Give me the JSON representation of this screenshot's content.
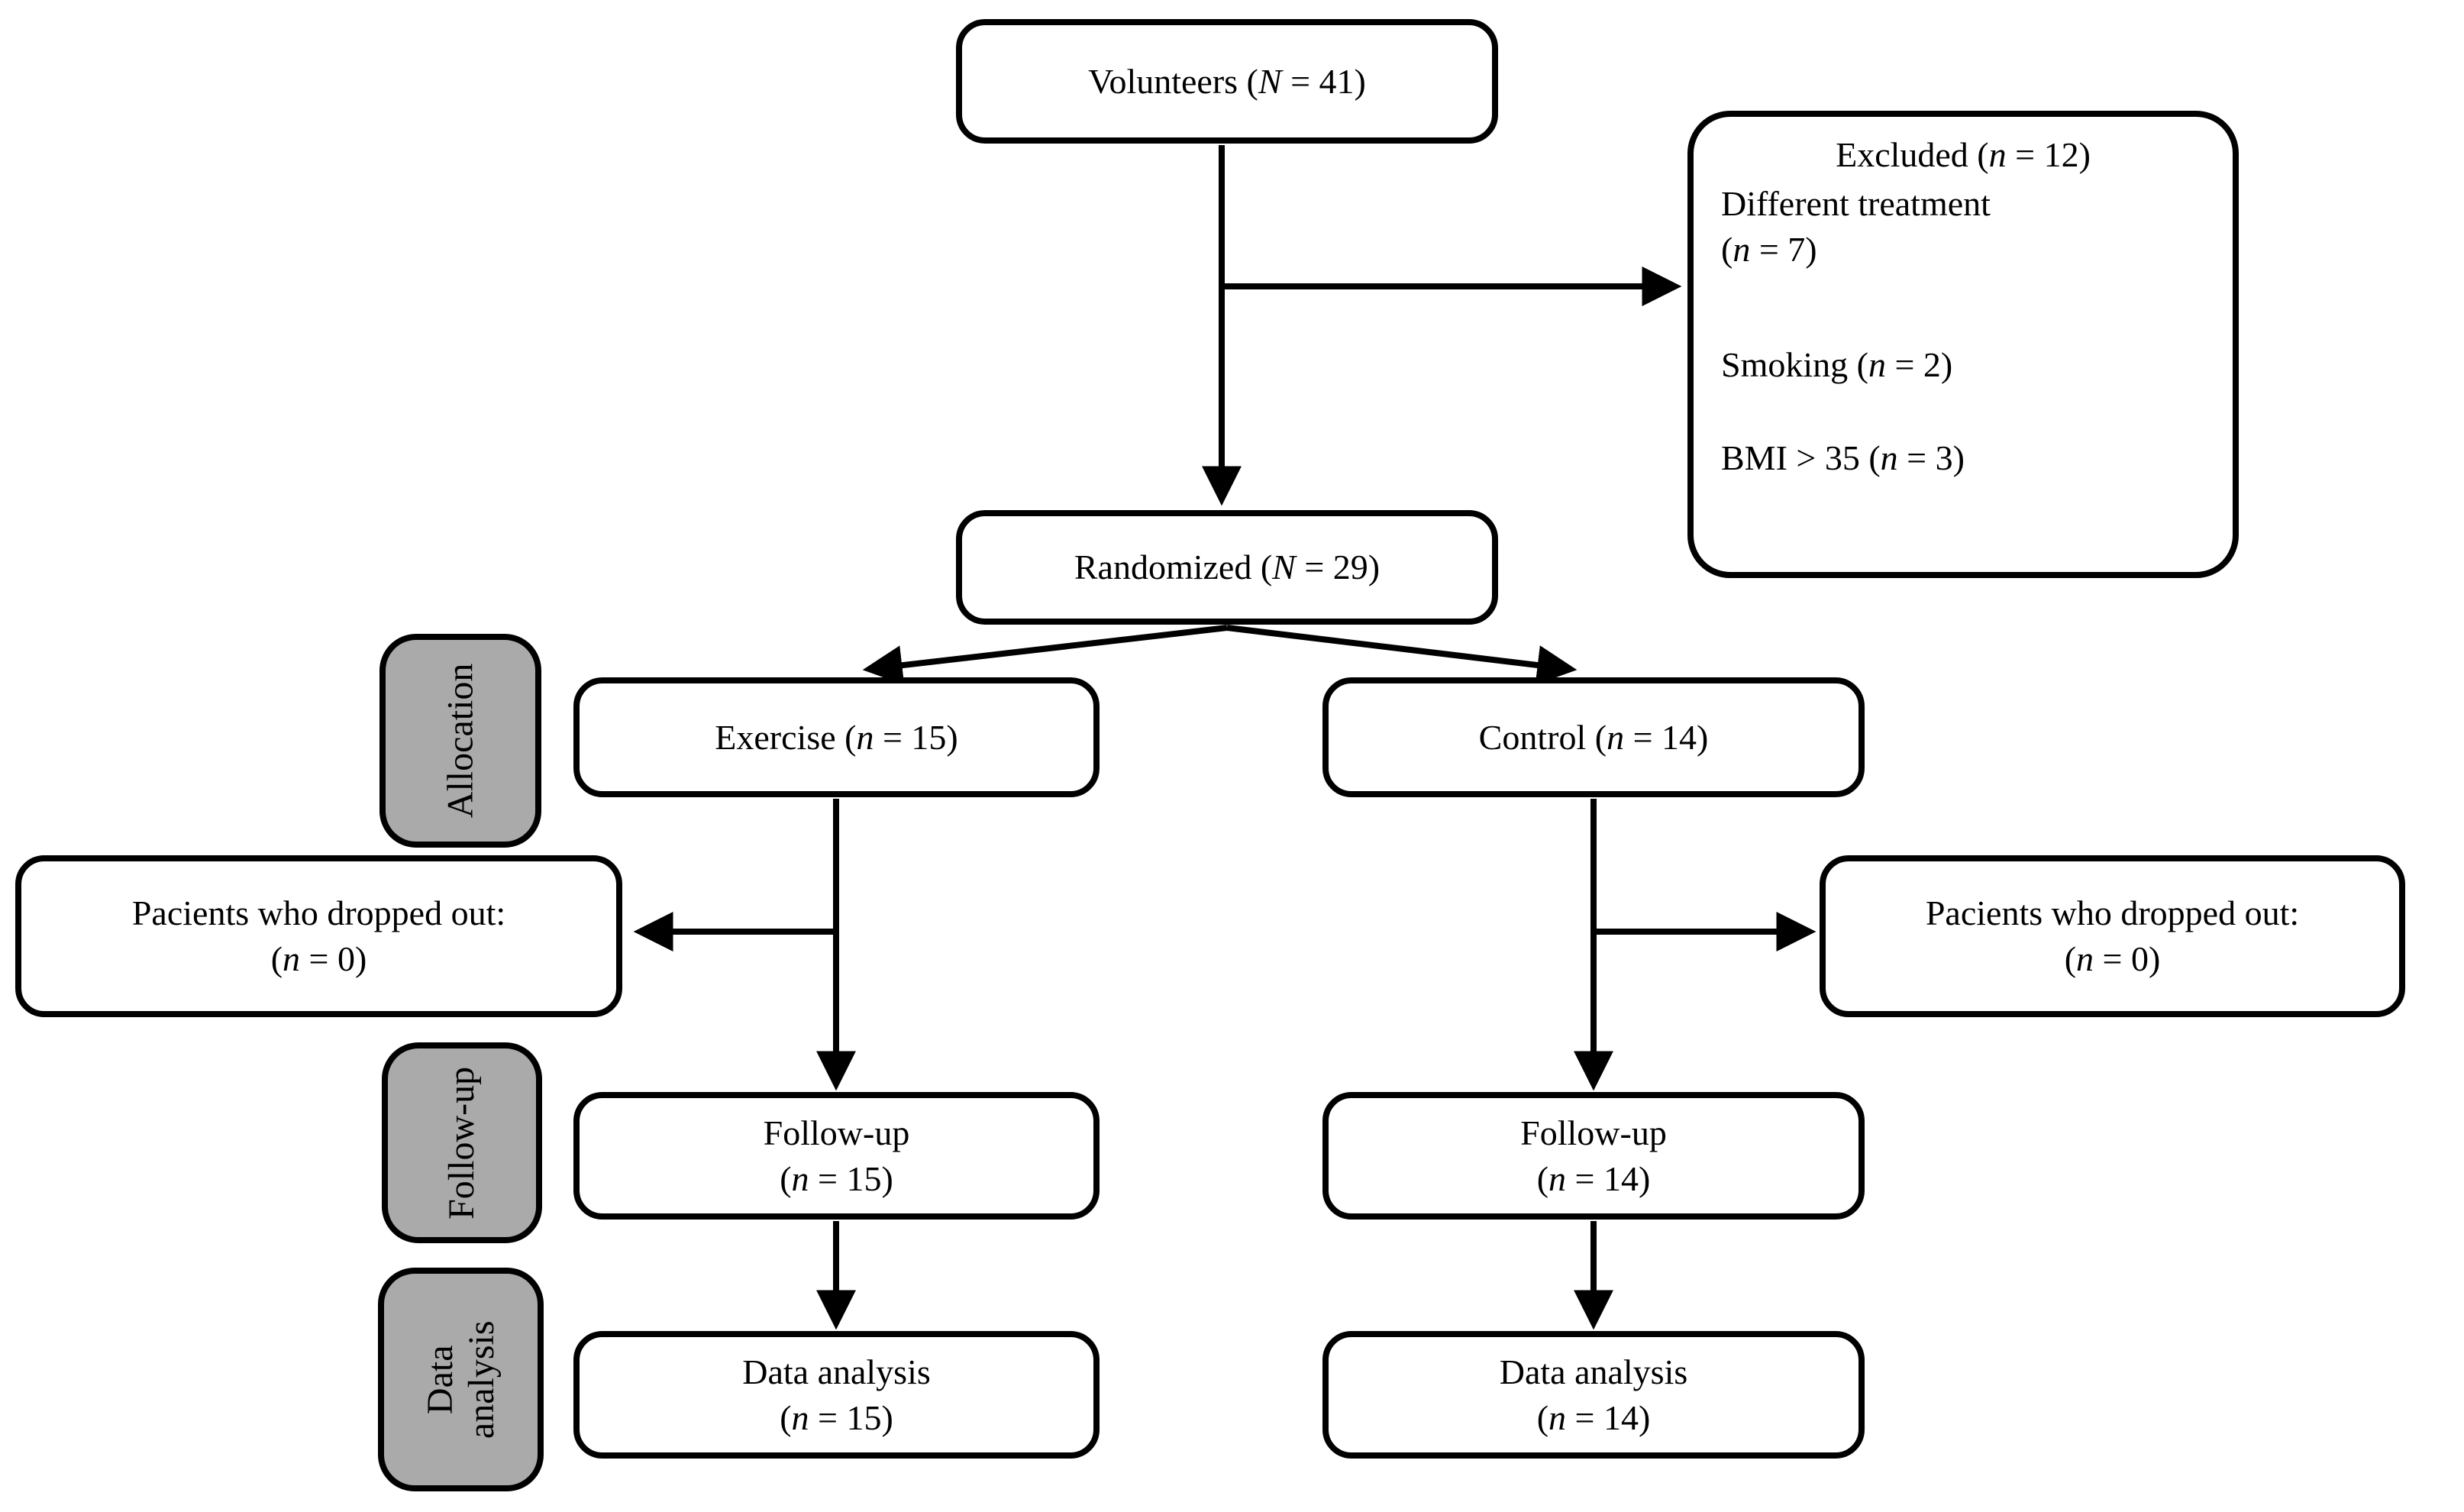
{
  "diagram": {
    "type": "consort-flowchart",
    "colors": {
      "background": "#ffffff",
      "box_fill": "#ffffff",
      "border": "#000000",
      "gray_fill": "#aaaaaa",
      "text": "#000000"
    },
    "boxes": {
      "volunteers": {
        "pre": "Volunteers (",
        "var": "N",
        "post": " = 41)"
      },
      "excluded": {
        "title": {
          "pre": "Excluded (",
          "var": "n",
          "post": " = 12)"
        },
        "items": [
          {
            "line1": "Different treatment",
            "pre": "(",
            "var": "n",
            "post": " = 7)"
          },
          {
            "pre": "Smoking (",
            "var": "n",
            "post": " = 2)"
          },
          {
            "pre": "BMI > 35 (",
            "var": "n",
            "post": " = 3)"
          }
        ]
      },
      "randomized": {
        "pre": "Randomized (",
        "var": "N",
        "post": " = 29)"
      },
      "exercise": {
        "pre": "Exercise (",
        "var": "n",
        "post": " = 15)"
      },
      "control": {
        "pre": "Control (",
        "var": "n",
        "post": " = 14)"
      },
      "dropped_left": {
        "line1": "Pacients who dropped out:",
        "pre": "(",
        "var": "n",
        "post": " = 0)"
      },
      "dropped_right": {
        "line1": "Pacients who dropped out:",
        "pre": "(",
        "var": "n",
        "post": " = 0)"
      },
      "followup_left": {
        "line1": "Follow-up",
        "pre": "(",
        "var": "n",
        "post": " = 15)"
      },
      "followup_right": {
        "line1": "Follow-up",
        "pre": "(",
        "var": "n",
        "post": " = 14)"
      },
      "data_left": {
        "line1": "Data analysis",
        "pre": "(",
        "var": "n",
        "post": " = 15)"
      },
      "data_right": {
        "line1": "Data analysis",
        "pre": "(",
        "var": "n",
        "post": " = 14)"
      }
    },
    "side_labels": {
      "allocation": "Allocation",
      "followup": "Follow-up",
      "data_analysis": "Data analysis"
    }
  }
}
